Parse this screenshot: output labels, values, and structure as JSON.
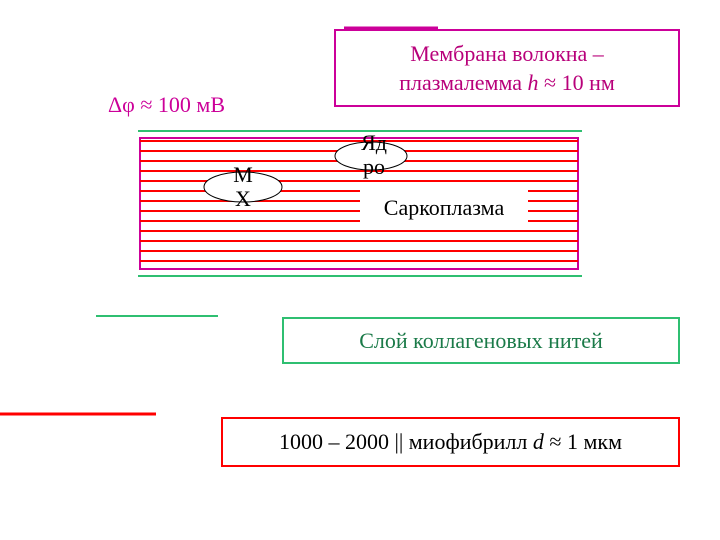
{
  "potential_label": "Δφ ≈ 100 мВ",
  "membrane": {
    "line1": "Мембрана волокна –",
    "line2_prefix": "плазмалемма ",
    "line2_var": "h",
    "line2_suffix": " ≈ 10 нм",
    "color": "#cc0099"
  },
  "nucleus": {
    "line1": "Яд",
    "line2": "ро"
  },
  "mitochondria": {
    "line1": "М",
    "line2": "Х"
  },
  "sarcoplasm_label": "Саркоплазма",
  "collagen_label": "Слой коллагеновых нитей",
  "myofibril": {
    "prefix": "1000 – 2000 || миофибрилл ",
    "var": "d",
    "suffix": " ≈ 1 мкм"
  },
  "colors": {
    "fibril": "#ff0000",
    "collagen": "#2fbf71",
    "membrane": "#cc0099"
  }
}
